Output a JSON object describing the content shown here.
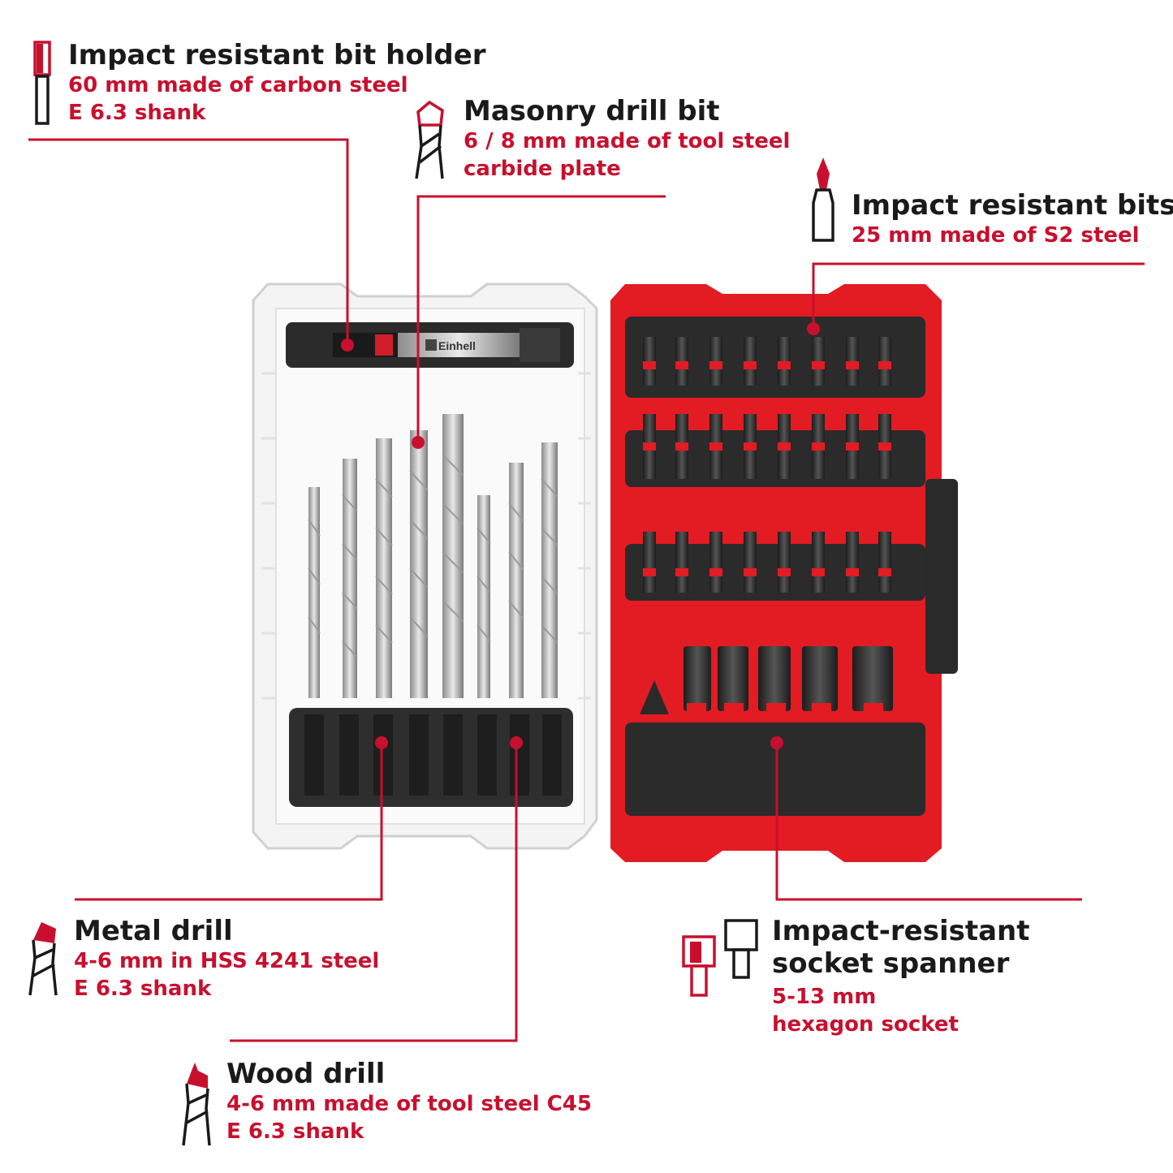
{
  "colors": {
    "accent": "#c8102e",
    "text": "#1a1a1a",
    "case_red": "#e31b23",
    "dark": "#333333"
  },
  "brand": {
    "logo_text": "Einhell"
  },
  "callouts": {
    "bit_holder": {
      "icon": "bit-holder-icon",
      "title": "Impact resistant bit holder",
      "line1": "60 mm made of carbon steel",
      "line2": "E 6.3 shank"
    },
    "masonry": {
      "icon": "masonry-drill-icon",
      "title": "Masonry drill bit",
      "line1": "6 / 8 mm made of tool steel",
      "line2": "carbide plate"
    },
    "bits": {
      "icon": "screwdriver-bit-icon",
      "title": "Impact resistant bits",
      "line1": "25 mm made of S2 steel"
    },
    "metal": {
      "icon": "metal-drill-icon",
      "title": "Metal drill",
      "line1": "4-6 mm in HSS 4241 steel",
      "line2": "E 6.3 shank"
    },
    "wood": {
      "icon": "wood-drill-icon",
      "title": "Wood drill",
      "line1": "4-6 mm made of tool steel C45",
      "line2": "E 6.3 shank"
    },
    "socket": {
      "icon": "socket-spanner-icon",
      "title_line1": "Impact-resistant",
      "title_line2": "socket spanner",
      "line1": "5-13 mm",
      "line2": "hexagon socket"
    }
  }
}
